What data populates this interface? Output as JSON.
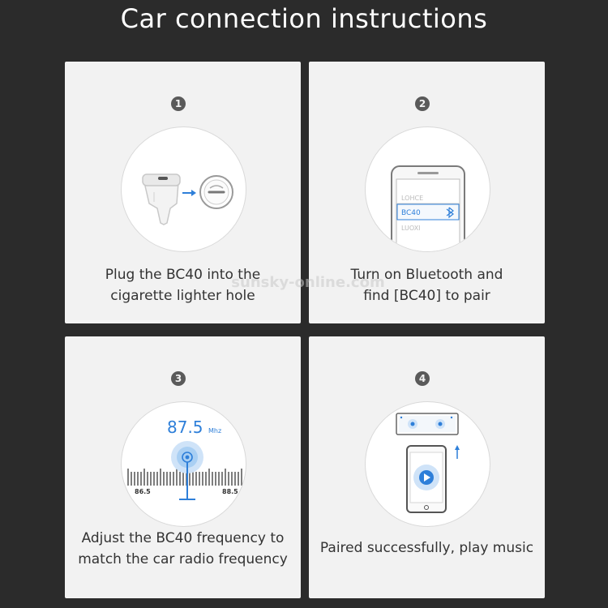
{
  "title": "Car connection instructions",
  "steps": [
    {
      "number": "1",
      "caption_line1": "Plug the BC40 into the",
      "caption_line2": "cigarette lighter hole"
    },
    {
      "number": "2",
      "caption_line1": "Turn on Bluetooth and",
      "caption_line2": "find [BC40] to pair",
      "phone_list": [
        "LOHCE",
        "BC40",
        "LUOXI"
      ]
    },
    {
      "number": "3",
      "caption_line1": "Adjust the BC40 frequency to",
      "caption_line2": "match the car radio frequency",
      "frequency": "87.5",
      "frequency_unit": "Mhz",
      "dial_left": "86.5",
      "dial_right": "88.5"
    },
    {
      "number": "4",
      "caption_line1": "Paired successfully, play music"
    }
  ],
  "watermark": "sunsky-online.com",
  "colors": {
    "background": "#2b2b2b",
    "card": "#f2f2f2",
    "accent_blue": "#2e7fd9",
    "text": "#333333"
  }
}
